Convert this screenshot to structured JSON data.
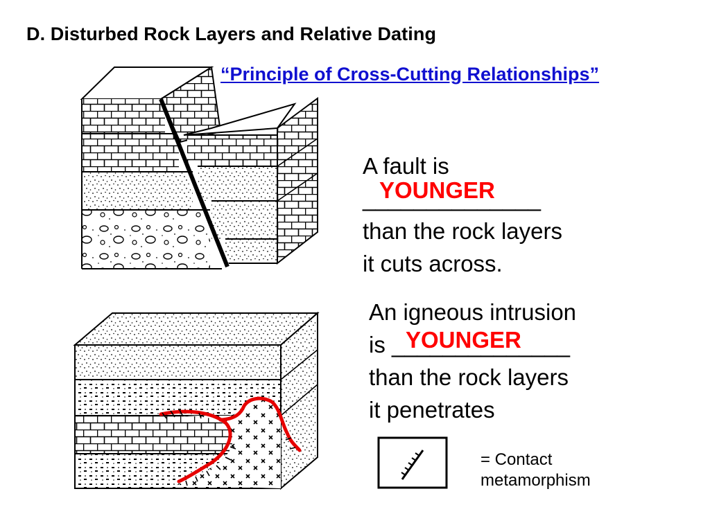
{
  "slide": {
    "title": "D. Disturbed Rock Layers and Relative Dating",
    "subtitle": "“Principle of Cross-Cutting Relationships”"
  },
  "fault_statement": {
    "line1": "A fault is",
    "blank": "______________",
    "line3": "than the rock layers",
    "line4": "it cuts across.",
    "answer": "YOUNGER"
  },
  "intrusion_statement": {
    "line1": "An igneous intrusion",
    "line2": "is ______________",
    "line3": "than the rock layers",
    "line4": "it penetrates",
    "answer": "YOUNGER"
  },
  "legend": {
    "line1": "= Contact",
    "line2": "metamorphism"
  },
  "colors": {
    "answer": "#ff0000",
    "subtitle": "#1010d0",
    "intrusion_outline": "#e60000"
  }
}
